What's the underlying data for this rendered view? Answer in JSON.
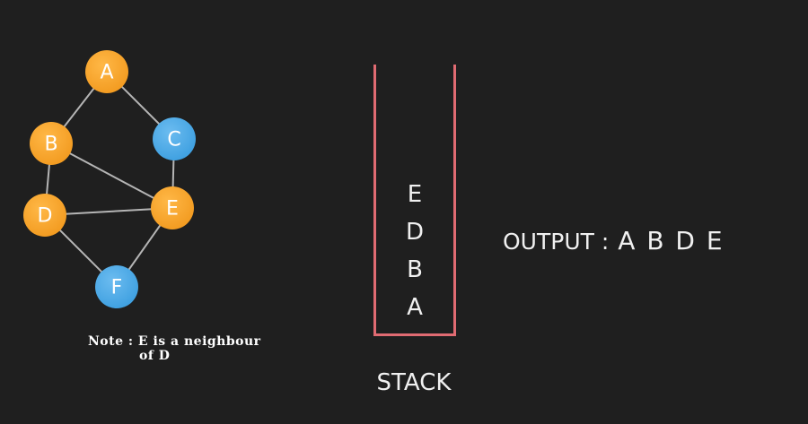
{
  "graph": {
    "nodes": [
      {
        "id": "A",
        "label": "A",
        "color": "orange"
      },
      {
        "id": "B",
        "label": "B",
        "color": "orange"
      },
      {
        "id": "C",
        "label": "C",
        "color": "blue"
      },
      {
        "id": "D",
        "label": "D",
        "color": "orange"
      },
      {
        "id": "E",
        "label": "E",
        "color": "orange"
      },
      {
        "id": "F",
        "label": "F",
        "color": "blue"
      }
    ],
    "edges": [
      [
        "A",
        "B"
      ],
      [
        "A",
        "C"
      ],
      [
        "B",
        "D"
      ],
      [
        "B",
        "E"
      ],
      [
        "C",
        "E"
      ],
      [
        "D",
        "E"
      ],
      [
        "D",
        "F"
      ],
      [
        "E",
        "F"
      ]
    ]
  },
  "colors": {
    "orange": "#f29a1f",
    "blue": "#3d9fe0",
    "edge": "#b5b5b5",
    "stack_border": "#e06b72"
  },
  "note": {
    "line1": "Note : E is a neighbour",
    "line2": "of D"
  },
  "stack": {
    "items": [
      "A",
      "B",
      "D",
      "E"
    ],
    "caption": "STACK"
  },
  "output": {
    "label": "OUTPUT :",
    "values": "A B D E"
  }
}
